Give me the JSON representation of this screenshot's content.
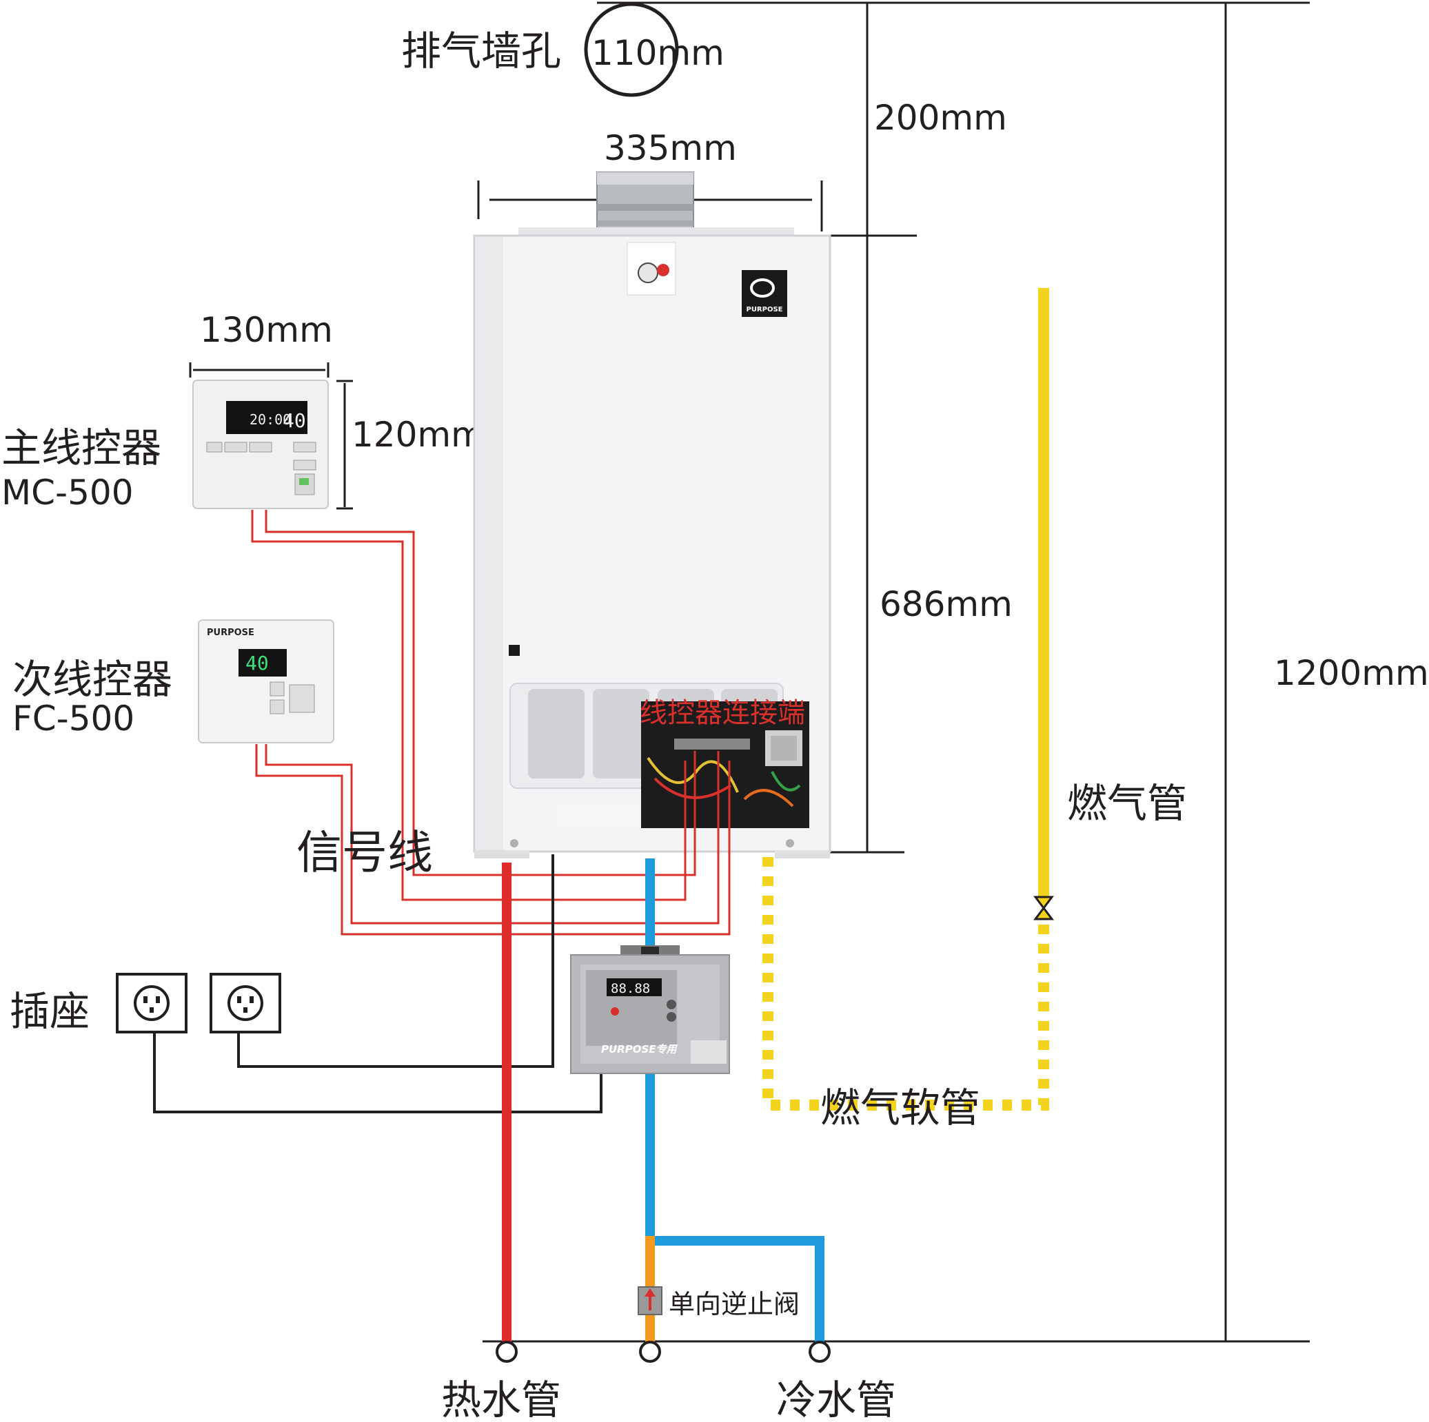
{
  "labels": {
    "exhaust_hole": "排气墙孔",
    "exhaust_diameter": "110mm",
    "top_clearance": "200mm",
    "heater_width": "335mm",
    "heater_height": "686mm",
    "total_height": "1200mm",
    "main_controller_width": "130mm",
    "main_controller_height": "120mm",
    "main_controller_name": "主线控器",
    "main_controller_model": "MC-500",
    "sub_controller_name": "次线控器",
    "sub_controller_model": "FC-500",
    "signal_wire": "信号线",
    "socket": "插座",
    "controller_terminal": "线控器连接端",
    "gas_pipe": "燃气管",
    "gas_hose": "燃气软管",
    "check_valve": "单向逆止阀",
    "hot_water_pipe": "热水管",
    "cold_water_pipe": "冷水管"
  },
  "device_text": {
    "heater_brand": "PURPOSE",
    "main_display_time": "20:00",
    "main_display_temp": "40",
    "sub_display_temp": "40",
    "sub_brand": "PURPOSE",
    "pump_brand": "PURPOSE专用",
    "pump_display": "88.88"
  },
  "colors": {
    "hot_pipe": "#e02b2b",
    "cold_pipe": "#1e9bdc",
    "check_pipe": "#f39a1e",
    "gas_pipe": "#f3d31b",
    "signal_wire": "#d9302c",
    "power_wire": "#231f20"
  }
}
